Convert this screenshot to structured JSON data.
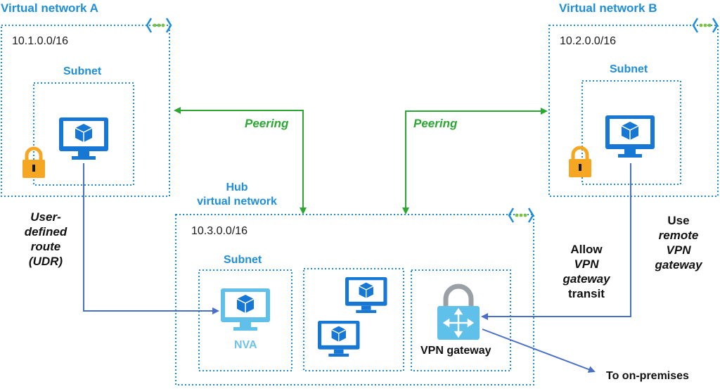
{
  "vnet_a": {
    "title": "Virtual network A",
    "cidr": "10.1.0.0/16",
    "subnet": "Subnet"
  },
  "vnet_b": {
    "title": "Virtual network B",
    "cidr": "10.2.0.0/16",
    "subnet": "Subnet"
  },
  "hub": {
    "title_line1": "Hub",
    "title_line2": "virtual network",
    "cidr": "10.3.0.0/16",
    "subnet": "Subnet",
    "nva_label": "NVA",
    "gateway_label": "VPN gateway"
  },
  "peering_left": "Peering",
  "peering_right": "Peering",
  "udr": {
    "line1": "User-",
    "line2": "defined",
    "line3": "route",
    "line4": "(UDR)"
  },
  "allow_transit": {
    "line1": "Allow",
    "line2": "VPN",
    "line3": "gateway",
    "line4": "transit"
  },
  "use_remote": {
    "line1": "Use",
    "line2": "remote",
    "line3": "VPN",
    "line4": "gateway"
  },
  "on_premises": "To on-premises",
  "colors": {
    "vnet_border": "#1e8ed8",
    "peering": "#2aa832",
    "route": "#4a6fc9",
    "monitor": "#1677d4",
    "nva": "#5fc1ea",
    "lock": "#f5a623"
  },
  "icons": [
    "vnet-connector-icon",
    "virtual-machine-icon",
    "lock-icon",
    "vpn-gateway-icon"
  ]
}
